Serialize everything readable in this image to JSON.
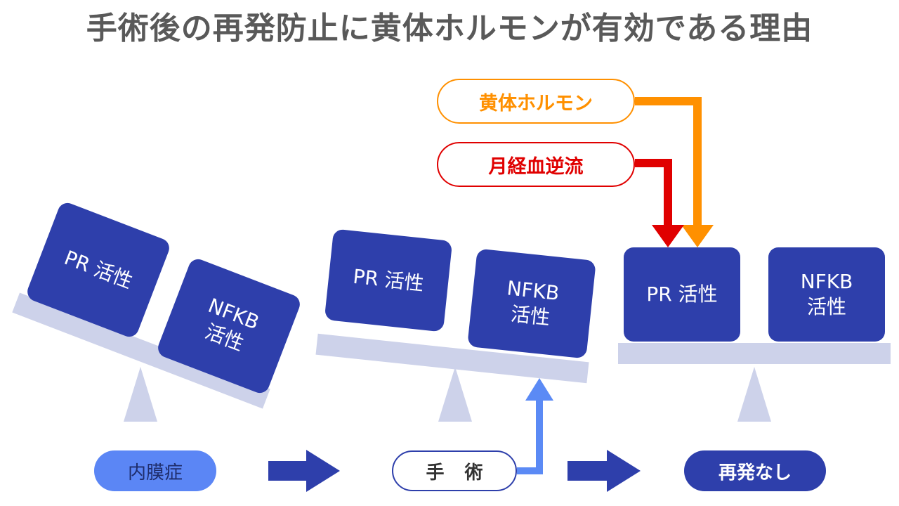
{
  "title": "手術後の再発防止に黄体ホルモンが有効である理由",
  "stages": [
    {
      "pr": "PR 活性",
      "nfkb_line1": "NFKB",
      "nfkb_line2": "活性"
    },
    {
      "pr": "PR 活性",
      "nfkb_line1": "NFKB",
      "nfkb_line2": "活性"
    },
    {
      "pr": "PR 活性",
      "nfkb_line1": "NFKB",
      "nfkb_line2": "活性"
    }
  ],
  "flow": {
    "endometriosis": "内膜症",
    "surgery": "手 術",
    "no_recurrence": "再発なし"
  },
  "factors": {
    "progesterone": "黄体ホルモン",
    "retrograde_menstruation": "月経血逆流"
  },
  "colors": {
    "block": "#2e3fab",
    "beam": "#cdd2ea",
    "orange": "#ff9000",
    "red": "#e00000",
    "blue_arrow": "#5b8af5"
  }
}
